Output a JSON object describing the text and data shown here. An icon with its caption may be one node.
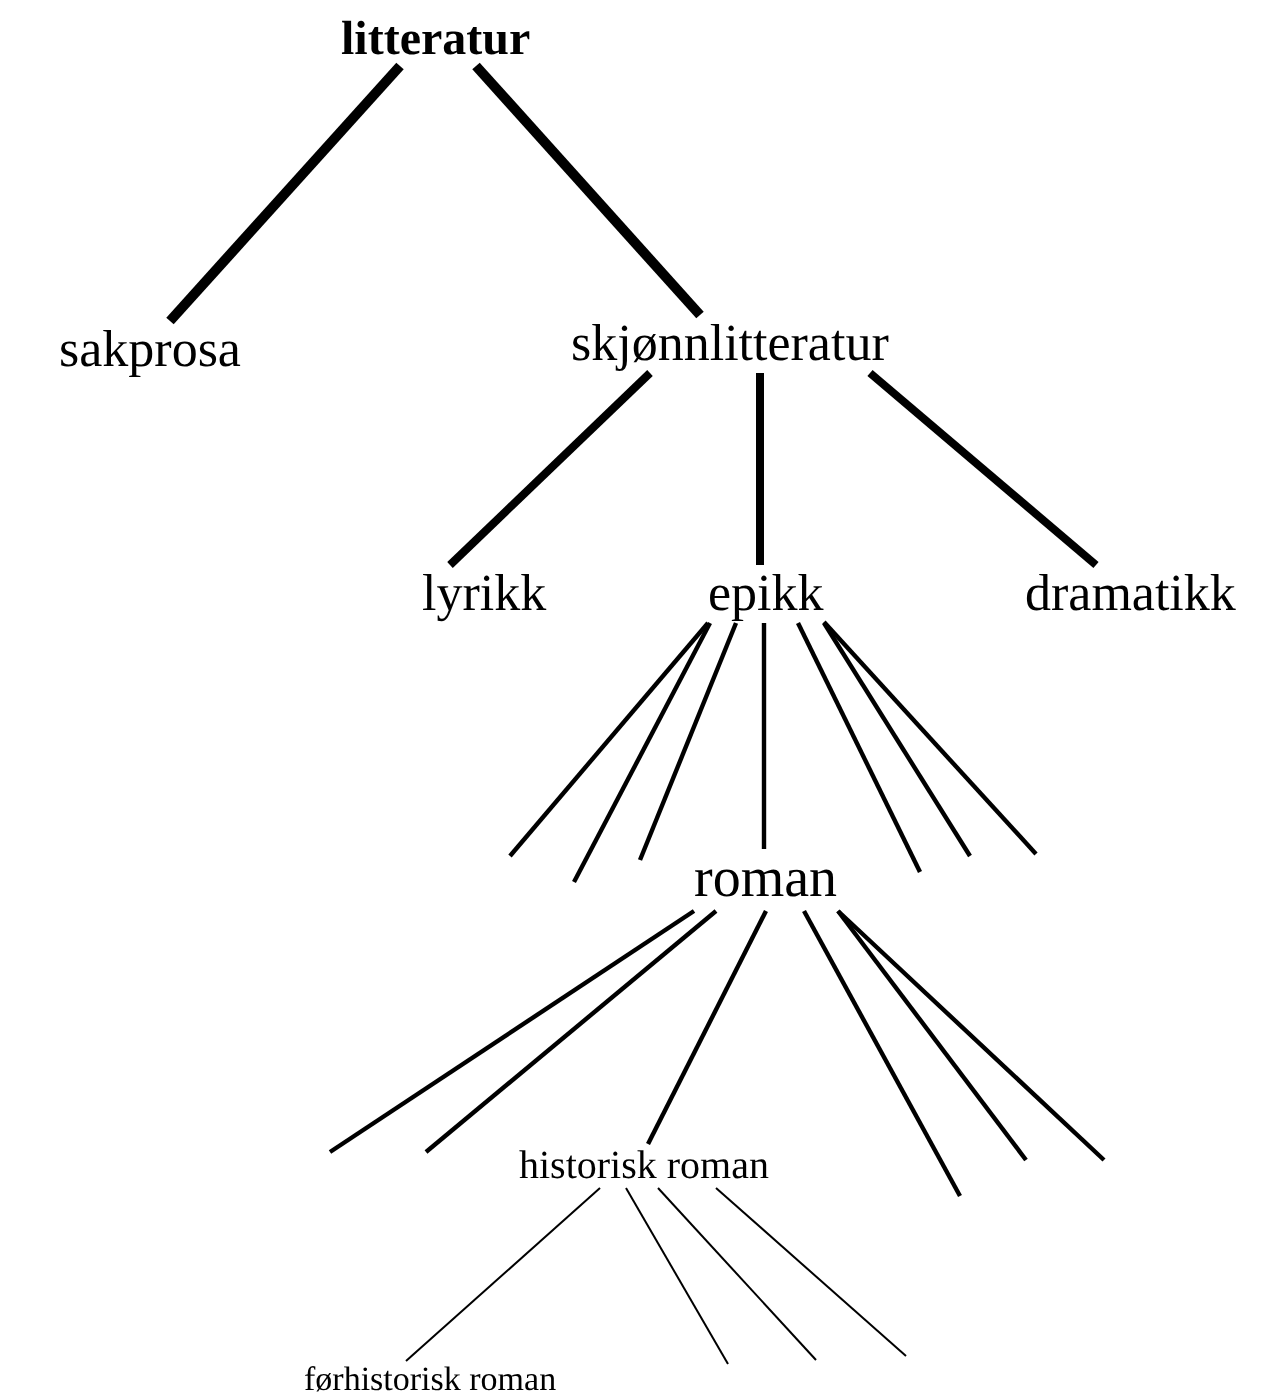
{
  "diagram": {
    "nodes": [
      {
        "text": [
          "litteratur"
        ]
      },
      {
        "text": [
          "sakprosa"
        ]
      },
      {
        "text": [
          "skjønnlitteratur"
        ]
      },
      {
        "text": [
          "lyrikk"
        ]
      },
      {
        "text": [
          "epikk"
        ]
      },
      {
        "text": [
          "dramatikk"
        ]
      },
      {
        "text": [
          "roman"
        ]
      },
      {
        "text": [
          "historisk roman"
        ]
      },
      {
        "text": [
          "førhistorisk roman"
        ]
      }
    ],
    "edges": [
      {
        "from": 0,
        "to": 1,
        "arrow": "none",
        "style": "thick"
      },
      {
        "from": 0,
        "to": 2,
        "arrow": "none",
        "style": "thick"
      },
      {
        "from": 2,
        "to": 3,
        "arrow": "none",
        "style": "thick"
      },
      {
        "from": 2,
        "to": 4,
        "arrow": "none",
        "style": "thick"
      },
      {
        "from": 2,
        "to": 5,
        "arrow": "none",
        "style": "thick"
      },
      {
        "from": 4,
        "to": null,
        "arrow": "none"
      },
      {
        "from": 4,
        "to": null,
        "arrow": "none"
      },
      {
        "from": 4,
        "to": null,
        "arrow": "none"
      },
      {
        "from": 4,
        "to": 6,
        "arrow": "none"
      },
      {
        "from": 4,
        "to": null,
        "arrow": "none"
      },
      {
        "from": 4,
        "to": null,
        "arrow": "none"
      },
      {
        "from": 4,
        "to": null,
        "arrow": "none"
      },
      {
        "from": 6,
        "to": null,
        "arrow": "none"
      },
      {
        "from": 6,
        "to": null,
        "arrow": "none"
      },
      {
        "from": 6,
        "to": 7,
        "arrow": "none"
      },
      {
        "from": 6,
        "to": null,
        "arrow": "none"
      },
      {
        "from": 6,
        "to": null,
        "arrow": "none"
      },
      {
        "from": 6,
        "to": null,
        "arrow": "none"
      },
      {
        "from": 7,
        "to": 8,
        "arrow": "none"
      },
      {
        "from": 7,
        "to": null,
        "arrow": "none"
      },
      {
        "from": 7,
        "to": null,
        "arrow": "none"
      },
      {
        "from": 7,
        "to": null,
        "arrow": "none"
      }
    ]
  }
}
